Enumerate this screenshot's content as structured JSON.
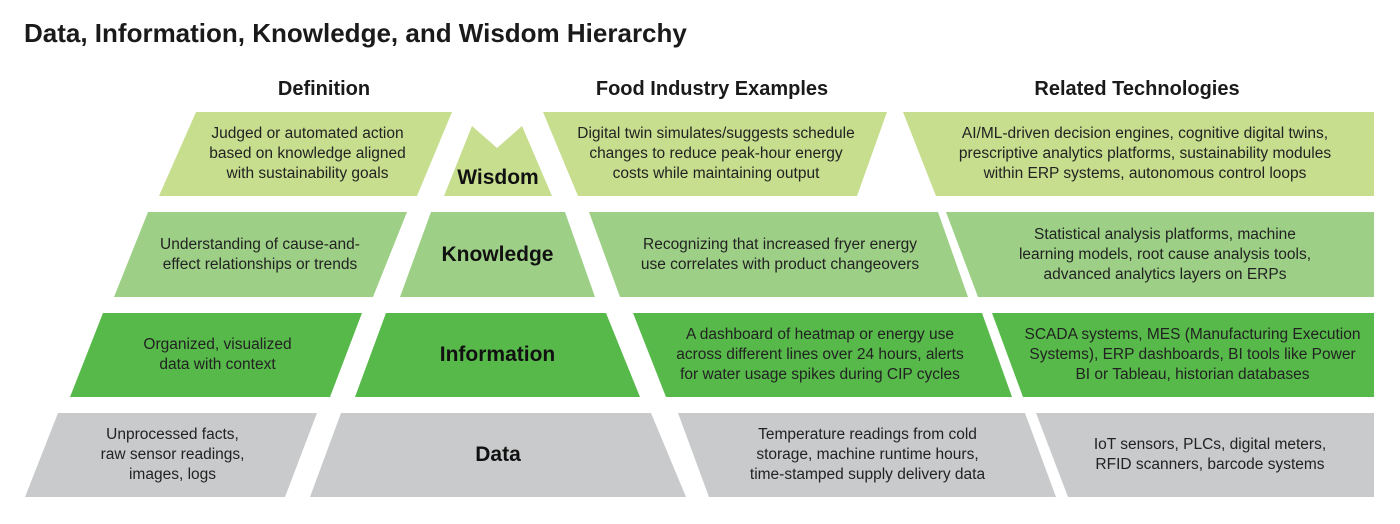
{
  "title": "Data, Information, Knowledge, and Wisdom Hierarchy",
  "columns": {
    "definition": "Definition",
    "examples": "Food Industry Examples",
    "technologies": "Related Technologies"
  },
  "levels": [
    {
      "label": "Wisdom",
      "color": "#c6de8e",
      "definition": "Judged or automated action\nbased on knowledge aligned\nwith sustainability goals",
      "example": "Digital twin simulates/suggests schedule\nchanges to reduce peak-hour energy\ncosts while maintaining output",
      "technology": "AI/ML-driven decision engines, cognitive digital twins,\nprescriptive analytics platforms, sustainability modules\nwithin ERP systems, autonomous control loops"
    },
    {
      "label": "Knowledge",
      "color": "#9dd086",
      "definition": "Understanding of cause-and-\neffect relationships or trends",
      "example": "Recognizing that increased fryer energy\nuse correlates with product changeovers",
      "technology": "Statistical analysis platforms, machine\nlearning models, root cause analysis tools,\nadvanced analytics layers on ERPs"
    },
    {
      "label": "Information",
      "color": "#57b94a",
      "definition": "Organized, visualized\ndata with context",
      "example": "A dashboard of heatmap or energy use\nacross different lines over 24 hours, alerts\nfor water usage spikes during CIP cycles",
      "technology": "SCADA systems, MES (Manufacturing Execution\nSystems), ERP dashboards, BI tools like Power\nBI or Tableau, historian databases"
    },
    {
      "label": "Data",
      "color": "#c9cacb",
      "definition": "Unprocessed facts,\nraw sensor readings,\nimages, logs",
      "example": "Temperature readings from cold\nstorage, machine runtime hours,\ntime-stamped supply delivery data",
      "technology": "IoT sensors, PLCs, digital meters,\nRFID scanners, barcode systems"
    }
  ]
}
